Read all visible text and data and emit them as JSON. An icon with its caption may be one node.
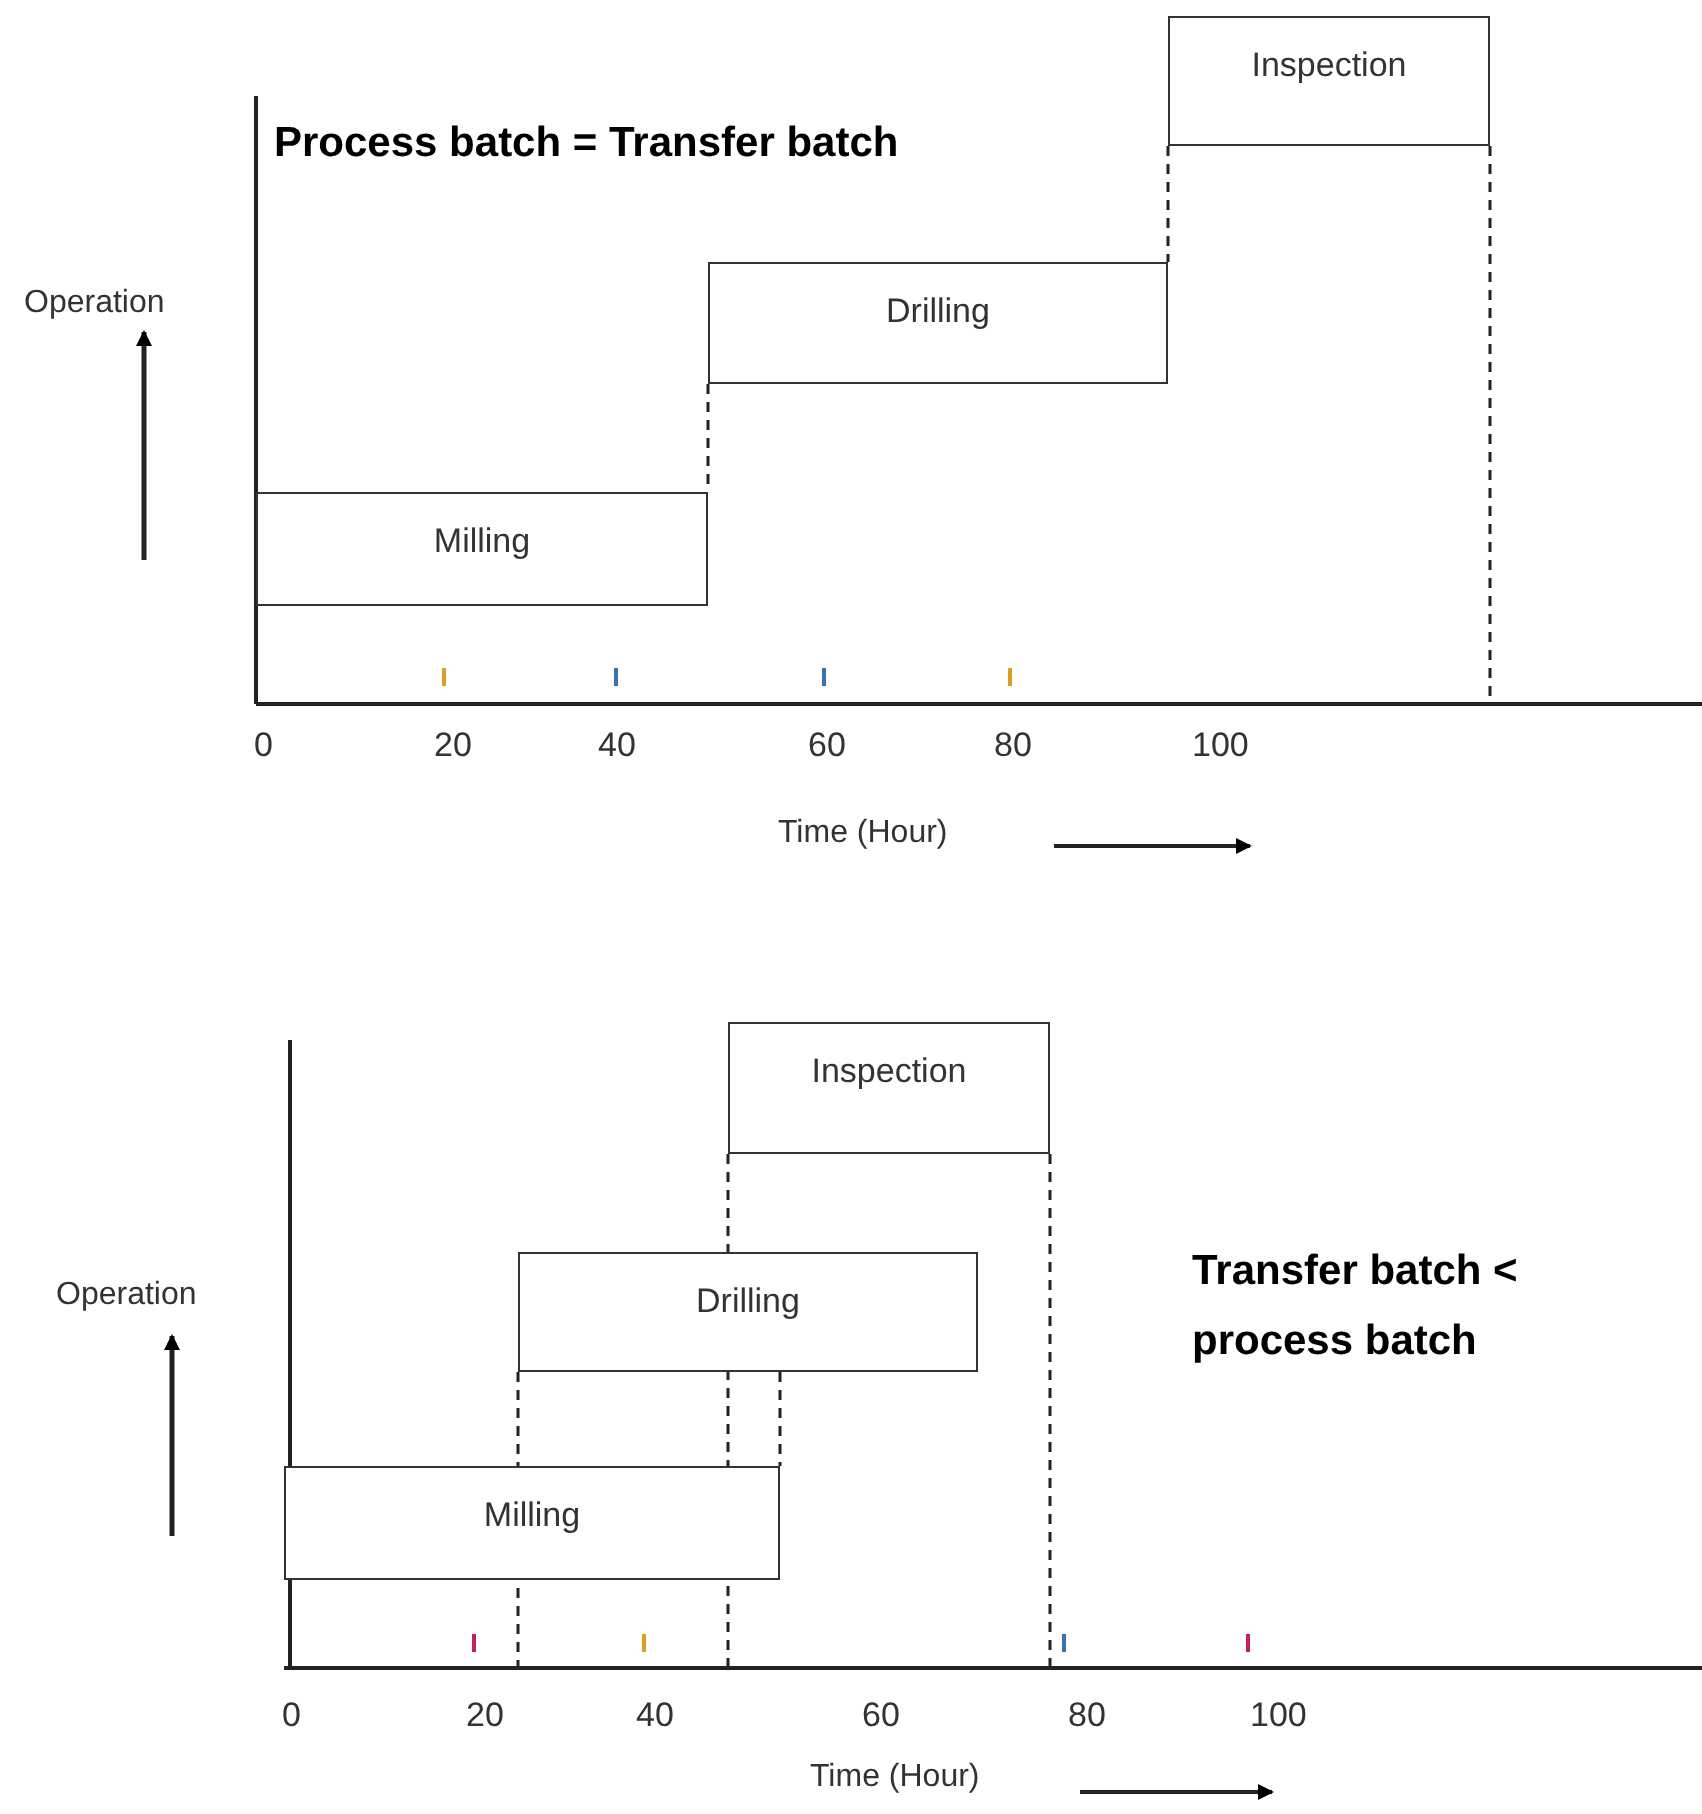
{
  "diagram": {
    "nodes": [
      {
        "text": [
          "Inspection"
        ]
      },
      {
        "text": [
          "Drilling"
        ]
      },
      {
        "text": [
          "Milling"
        ]
      },
      {
        "text": [
          "Inspection"
        ]
      },
      {
        "text": [
          "Drilling"
        ]
      },
      {
        "text": [
          "Milling"
        ]
      }
    ],
    "labels": [
      "Process batch = Transfer batch",
      "Operation",
      "0",
      "20",
      "40",
      "60",
      "80",
      "100",
      "Time  (Hour)",
      "Operation",
      "Transfer batch < process batch",
      "0",
      "20",
      "40",
      "60",
      "80",
      "100",
      "Time  (Hour)"
    ]
  }
}
